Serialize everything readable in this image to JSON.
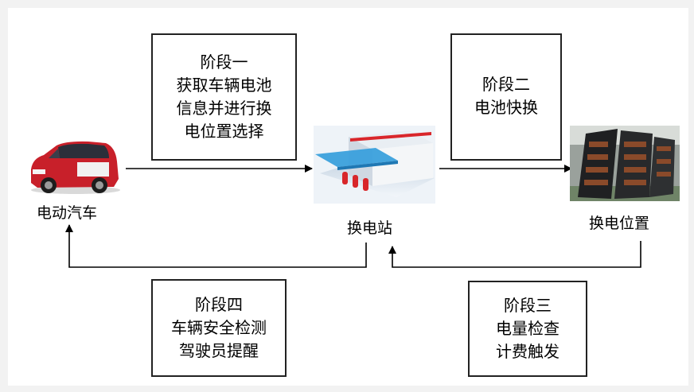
{
  "stages": {
    "stage1": [
      "阶段一",
      "获取车辆电池",
      "信息并进行换",
      "电位置选择"
    ],
    "stage2": [
      "阶段二",
      "电池快换"
    ],
    "stage3": [
      "阶段三",
      "电量检查",
      "计费触发"
    ],
    "stage4": [
      "阶段四",
      "车辆安全检测",
      "驾驶员提醒"
    ]
  },
  "nodes": {
    "car": "电动汽车",
    "station": "换电站",
    "battery_position": "换电位置"
  },
  "icons": {
    "car": "electric-car-photo",
    "station": "battery-swap-station-icon",
    "battery_rack": "battery-rack-photo"
  },
  "colors": {
    "car_body": "#c8202a",
    "station_roof": "#3aa0dc",
    "extinguisher": "#d8262a"
  }
}
